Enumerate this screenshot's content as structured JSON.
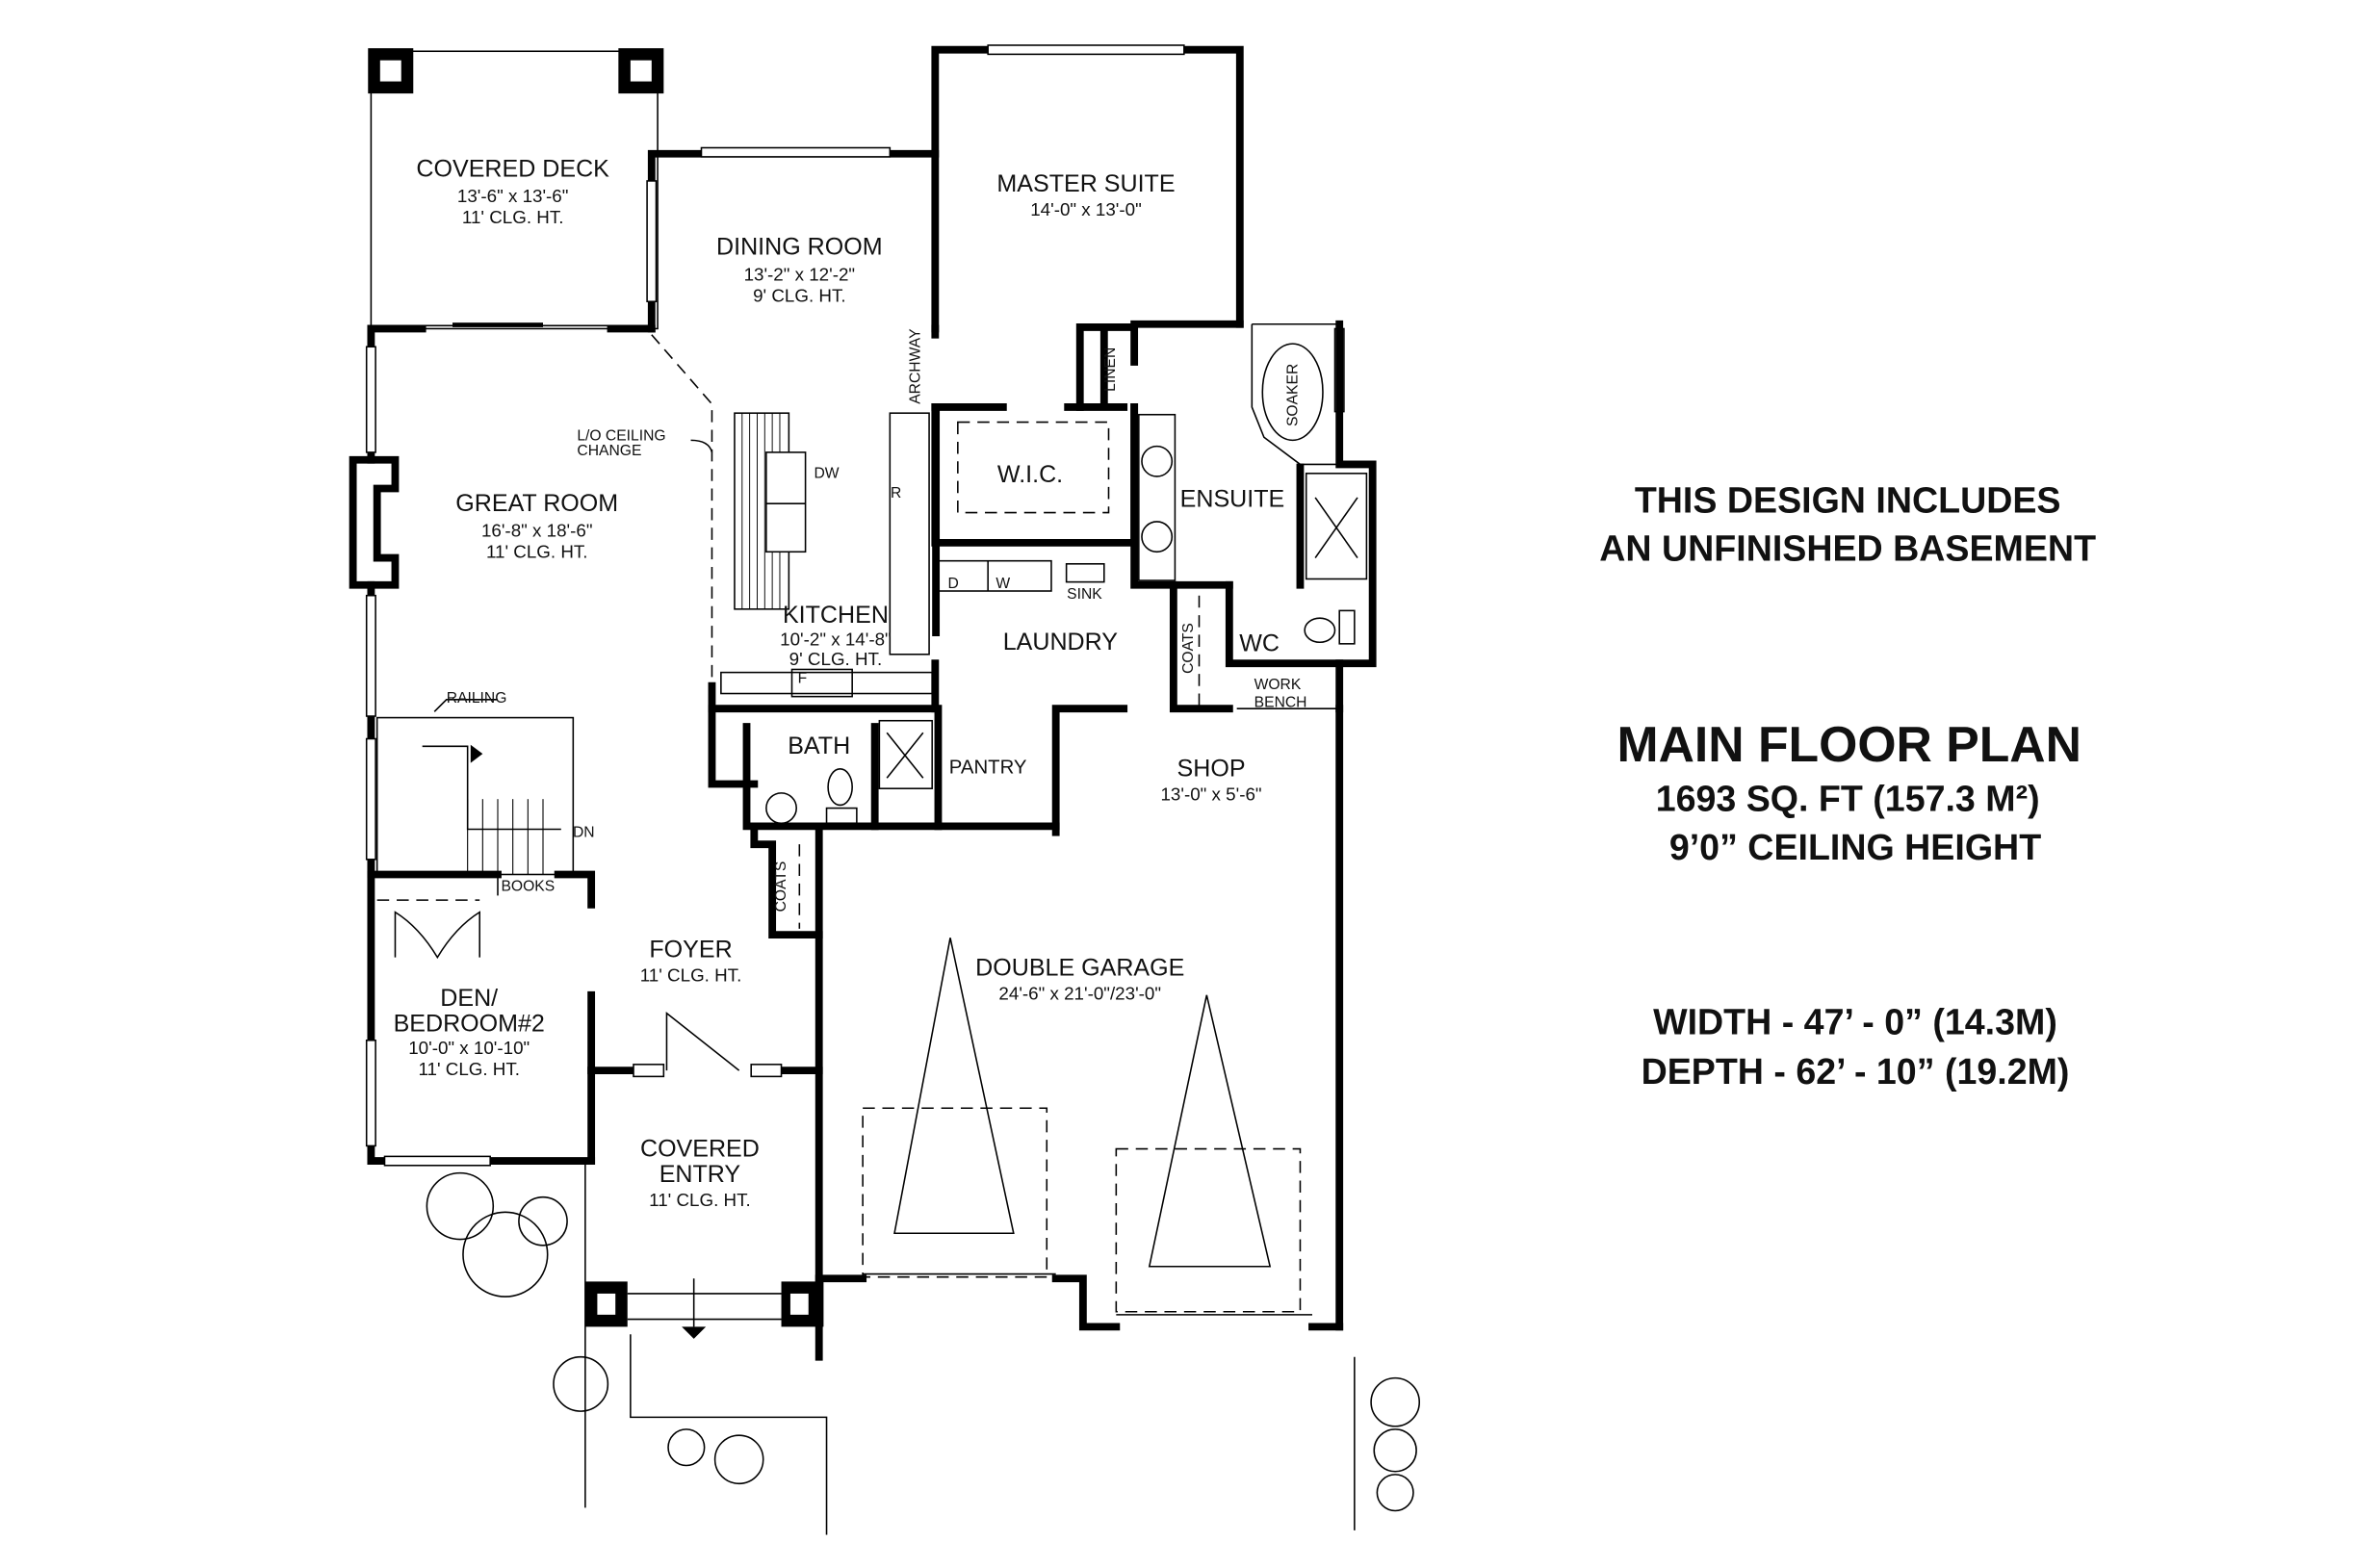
{
  "rooms": {
    "covered_deck": {
      "name": "COVERED DECK",
      "size": "13'-6\" x 13'-6\"",
      "ceiling": "11' CLG. HT."
    },
    "dining_room": {
      "name": "DINING ROOM",
      "size": "13'-2\" x 12'-2\"",
      "ceiling": "9' CLG. HT."
    },
    "master_suite": {
      "name": "MASTER SUITE",
      "size": "14'-0\" x 13'-0\""
    },
    "great_room": {
      "name": "GREAT ROOM",
      "size": "16'-8\" x 18'-6\"",
      "ceiling": "11' CLG. HT."
    },
    "kitchen": {
      "name": "KITCHEN",
      "size": "10'-2\" x 14'-8\"",
      "ceiling": "9' CLG. HT."
    },
    "wic": {
      "name": "W.I.C."
    },
    "ensuite": {
      "name": "ENSUITE"
    },
    "laundry": {
      "name": "LAUNDRY"
    },
    "wc": {
      "name": "WC"
    },
    "bath": {
      "name": "BATH"
    },
    "pantry": {
      "name": "PANTRY"
    },
    "shop": {
      "name": "SHOP",
      "size": "13'-0\" x 5'-6\""
    },
    "double_garage": {
      "name": "DOUBLE GARAGE",
      "size": "24'-6\" x 21'-0\"/23'-0\""
    },
    "foyer": {
      "name": "FOYER",
      "ceiling": "11' CLG. HT."
    },
    "den": {
      "name_line1": "DEN/",
      "name_line2": "BEDROOM#2",
      "size": "10'-0\" x 10'-10\"",
      "ceiling": "11' CLG. HT."
    },
    "covered_entry": {
      "name_line1": "COVERED",
      "name_line2": "ENTRY",
      "ceiling": "11' CLG. HT."
    }
  },
  "annotations": {
    "ceiling_change_1": "L/O CEILING",
    "ceiling_change_2": "CHANGE",
    "archway": "ARCHWAY",
    "linen": "LINEN",
    "soaker": "SOAKER",
    "dw": "DW",
    "r": "R",
    "f": "F",
    "d": "D",
    "w": "W",
    "sink": "SINK",
    "coats_laundry": "COATS",
    "coats_foyer": "COATS",
    "work_bench_1": "WORK",
    "work_bench_2": "BENCH",
    "railing": "RAILING",
    "dn": "DN",
    "books": "BOOKS"
  },
  "info": {
    "basement_line1": "THIS DESIGN INCLUDES",
    "basement_line2": "AN UNFINISHED BASEMENT",
    "title": "MAIN FLOOR PLAN",
    "area": "1693 SQ. FT (157.3 M²)",
    "ceiling_height": "9’0” CEILING HEIGHT",
    "width": "WIDTH - 47’ - 0” (14.3M)",
    "depth": "DEPTH - 62’ - 10” (19.2M)"
  }
}
